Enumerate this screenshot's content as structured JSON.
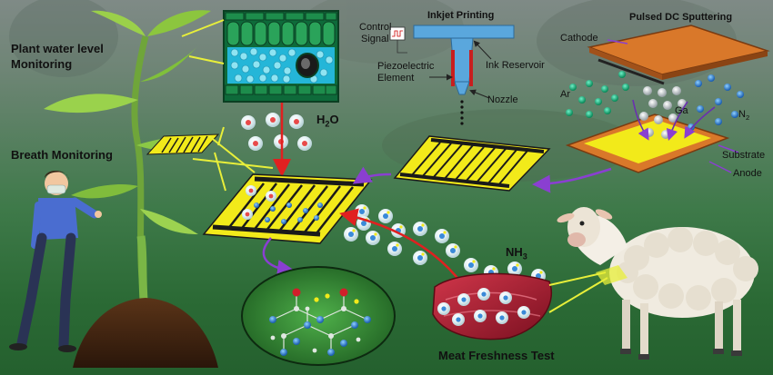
{
  "labels": {
    "plant_water": [
      "Plant water level",
      "Monitoring"
    ],
    "breath": "Breath Monitoring",
    "h2o": "H",
    "h2o_sub": "2",
    "h2o_tail": "O",
    "control_signal": [
      "Control",
      "Signal"
    ],
    "inkjet": "Inkjet Printing",
    "piezo": [
      "Piezoelectric",
      "Element"
    ],
    "ink_reservoir": "Ink Reservoir",
    "nozzle": "Nozzle",
    "pulsed_dc": "Pulsed DC Sputtering",
    "cathode": "Cathode",
    "ar": "Ar",
    "ga": "Ga",
    "n2": "N",
    "n2_sub": "2",
    "substrate": "Substrate",
    "anode": "Anode",
    "nh3": "NH",
    "nh3_sub": "3",
    "meat_test": "Meat Freshness Test"
  },
  "colors": {
    "sensor_yellow": "#f2ea1a",
    "electrode_black": "#1a1a1a",
    "arrow_purple": "#8a3fd1",
    "arrow_red": "#e02020",
    "callout_yellow": "#e8ef3a",
    "cathode_orange": "#d9782a"
  }
}
